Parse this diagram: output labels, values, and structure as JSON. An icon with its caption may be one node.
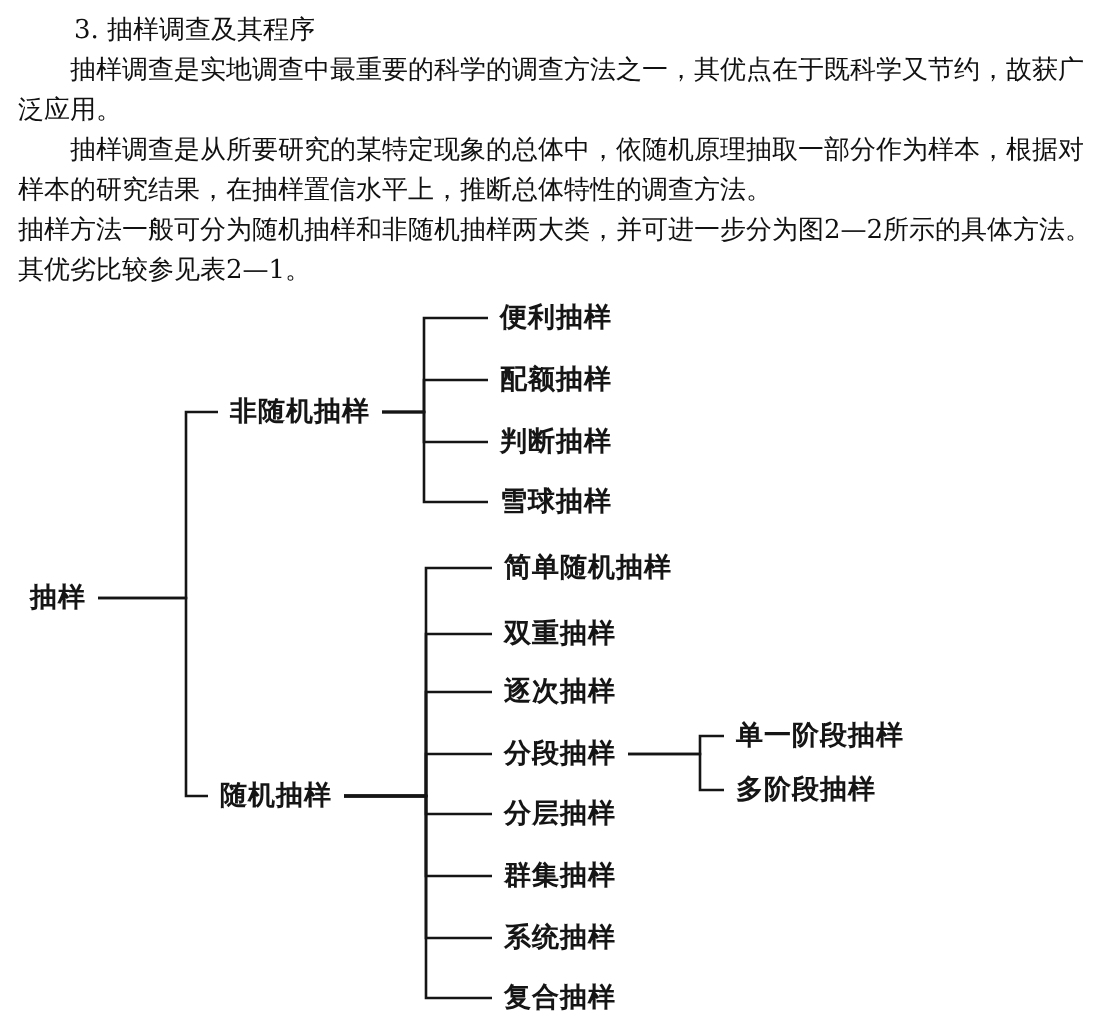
{
  "diagram": {
    "title": "3. 抽样调查及其程序",
    "nodes": [
      {
        "text": [
          "抽样"
        ]
      },
      {
        "text": [
          "非随机抽样"
        ]
      },
      {
        "text": [
          "便利抽样"
        ]
      },
      {
        "text": [
          "配额抽样"
        ]
      },
      {
        "text": [
          "判断抽样"
        ]
      },
      {
        "text": [
          "雪球抽样"
        ]
      },
      {
        "text": [
          "随机抽样"
        ]
      },
      {
        "text": [
          "简单随机抽样"
        ]
      },
      {
        "text": [
          "双重抽样"
        ]
      },
      {
        "text": [
          "逐次抽样"
        ]
      },
      {
        "text": [
          "分段抽样"
        ]
      },
      {
        "text": [
          "分层抽样"
        ]
      },
      {
        "text": [
          "群集抽样"
        ]
      },
      {
        "text": [
          "系统抽样"
        ]
      },
      {
        "text": [
          "复合抽样"
        ]
      },
      {
        "text": [
          "单一阶段抽样"
        ]
      },
      {
        "text": [
          "多阶段抽样"
        ]
      }
    ],
    "edges": [
      {
        "from": 0,
        "to": 1,
        "arrow": "none"
      },
      {
        "from": 0,
        "to": 6,
        "arrow": "none"
      },
      {
        "from": 1,
        "to": 2,
        "arrow": "none"
      },
      {
        "from": 1,
        "to": 3,
        "arrow": "none"
      },
      {
        "from": 1,
        "to": 4,
        "arrow": "none"
      },
      {
        "from": 1,
        "to": 5,
        "arrow": "none"
      },
      {
        "from": 6,
        "to": 7,
        "arrow": "none"
      },
      {
        "from": 6,
        "to": 8,
        "arrow": "none"
      },
      {
        "from": 6,
        "to": 9,
        "arrow": "none"
      },
      {
        "from": 6,
        "to": 10,
        "arrow": "none"
      },
      {
        "from": 6,
        "to": 11,
        "arrow": "none"
      },
      {
        "from": 6,
        "to": 12,
        "arrow": "none"
      },
      {
        "from": 6,
        "to": 13,
        "arrow": "none"
      },
      {
        "from": 6,
        "to": 14,
        "arrow": "none"
      },
      {
        "from": 10,
        "to": 15,
        "arrow": "none"
      },
      {
        "from": 10,
        "to": 16,
        "arrow": "none"
      }
    ],
    "labels": [
      "抽样调查是实地调查中最重要的科学的调查方法之一，其优点在于既科学又节约，故获广泛应用。",
      "抽样调查是从所要研究的某特定现象的总体中，依随机原理抽取一部分作为样本，根据对样本的研究结果，在抽样置信水平上，推断总体特性的调查方法。",
      "抽样方法一般可分为随机抽样和非随机抽样两大类，并可进一步分为图2—2所示的具体方法。",
      "其优劣比较参见表2—1。"
    ]
  }
}
